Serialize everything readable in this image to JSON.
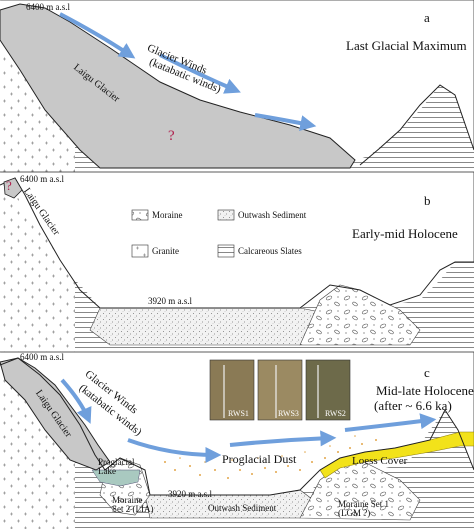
{
  "panels": [
    {
      "letter": "a",
      "title": "Last Glacial Maximum",
      "elevation_label": "6400 m a.s.l",
      "glacier_label": "Laigu Glacier",
      "winds_label": "Glacier Winds",
      "winds_sublabel": "(katabatic winds)",
      "unknown_mark": "?"
    },
    {
      "letter": "b",
      "title": "Early-mid Holocene",
      "elevation_label": "6400 m a.s.l",
      "glacier_label": "Laigu Glacier",
      "unknown_mark": "?",
      "valley_elevation": "3920 m a.s.l"
    },
    {
      "letter": "c",
      "title": "Mid-late Holocene",
      "subtitle": "(after ~ 6.6 ka)",
      "elevation_label": "6400 m a.s.l",
      "glacier_label": "Laigu Glacier",
      "winds_label": "Glacier Winds",
      "winds_sublabel": "(katabatic winds)",
      "lake_label": "Proglacial\nLake",
      "moraine2_label": "Moraine\nSet 2 (LIA)",
      "valley_elevation": "3920 m a.s.l",
      "outwash_label": "Outwash Sediment",
      "moraine1_label": "Moraine Set 1\n(LGM ?)",
      "dust_label": "Proglacial Dust",
      "loess_label": "Loess Cover",
      "photos": [
        "RWS1",
        "RWS3",
        "RWS2"
      ]
    }
  ],
  "legend": [
    {
      "label": "Moraine",
      "pattern": "moraine"
    },
    {
      "label": "Outwash Sediment",
      "pattern": "outwash"
    },
    {
      "label": "Granite",
      "pattern": "granite"
    },
    {
      "label": "Calcareous Slates",
      "pattern": "slates"
    }
  ],
  "colors": {
    "glacier": "#c8c8c8",
    "arrow": "#6f9fdc",
    "loess": "#f2e21a",
    "lake": "#a9c9c0",
    "dust": "#e2a64a",
    "question": "#b0224f"
  }
}
